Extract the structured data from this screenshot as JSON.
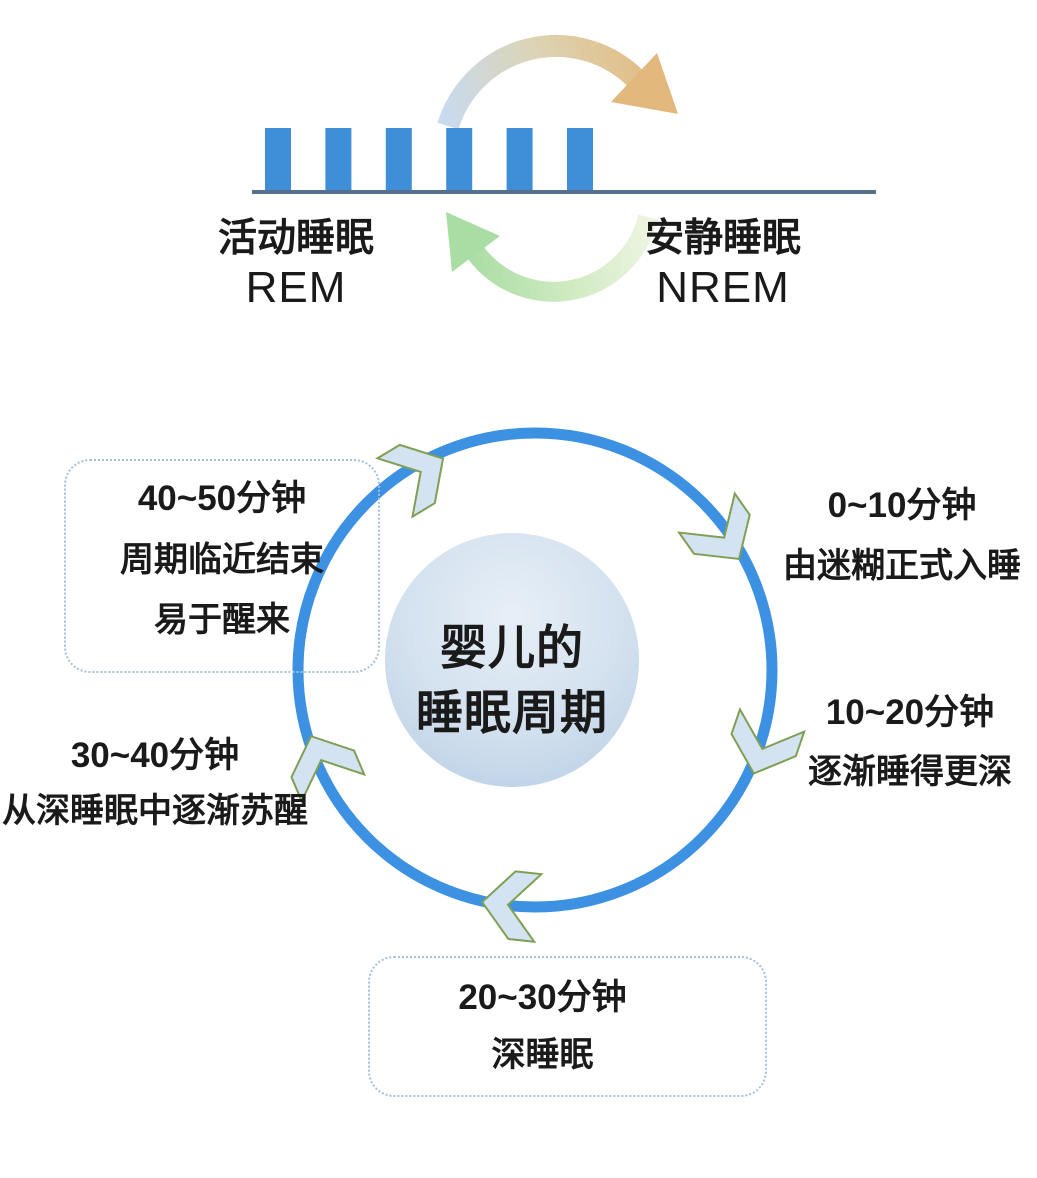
{
  "title": "婴儿的睡眠周期",
  "top_cycle": {
    "left_label": "活动睡眠",
    "left_sublabel": "REM",
    "right_label": "安静睡眠",
    "right_sublabel": "NREM",
    "bar_count": 6
  },
  "center": {
    "line1": "婴儿的",
    "line2": "睡眠周期"
  },
  "stages": [
    {
      "time": "0~10分钟",
      "desc": "由迷糊正式入睡",
      "boxed": false,
      "position": "right-top"
    },
    {
      "time": "10~20分钟",
      "desc": "逐渐睡得更深",
      "boxed": false,
      "position": "right-bottom"
    },
    {
      "time": "20~30分钟",
      "desc": "深睡眠",
      "boxed": true,
      "position": "bottom"
    },
    {
      "time": "30~40分钟",
      "desc": "从深睡眠中逐渐苏醒",
      "boxed": false,
      "position": "left"
    },
    {
      "time": "40~50分钟",
      "desc": "周期临近结束",
      "desc2": "易于醒来",
      "boxed": true,
      "position": "top-left"
    }
  ],
  "colors": {
    "text": "#1a1a1a",
    "bar_blue": "#3e8fd8",
    "baseline_blue": "#54708c",
    "ring_blue": "#3d91e2",
    "chevron_fill": "#d3e3f2",
    "chevron_stroke": "#7f9f55",
    "arc_top_start": "#c8daee",
    "arc_top_mid": "#dcd4b6",
    "arc_top_end": "#e3b97a",
    "arrowhead_orange": "#e2b87c",
    "arc_bottom_start": "#eef5e2",
    "arc_bottom_end": "#a6dba1",
    "arrowhead_green": "#a9dda4",
    "center_fill_light": "#e7eff7",
    "center_fill_dark": "#b4cbe4",
    "dotted_border": "#a3c2d8"
  }
}
